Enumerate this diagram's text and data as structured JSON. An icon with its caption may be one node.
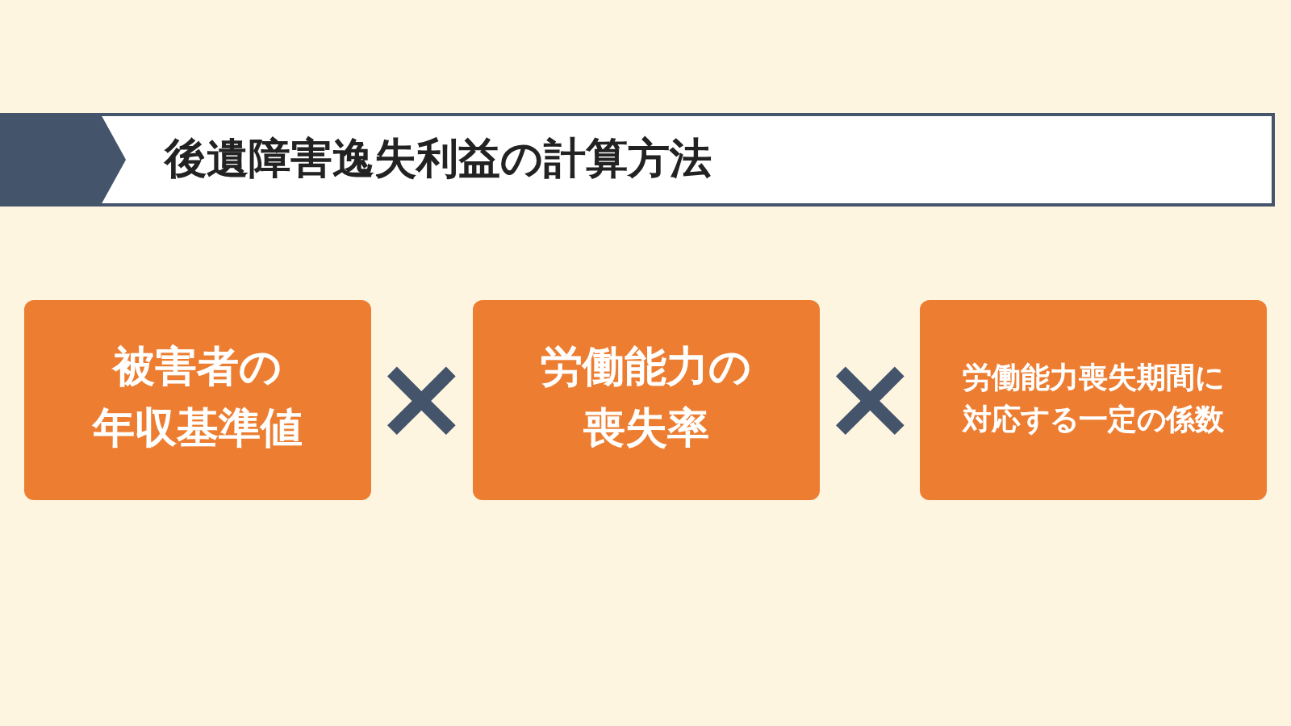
{
  "diagram": {
    "title": "後遺障害逸失利益の計算方法",
    "nodes": [
      {
        "text": [
          "被害者の年収基準値"
        ]
      },
      {
        "text": [
          "労働能力の喪失率"
        ]
      },
      {
        "text": [
          "労働能力喪失期間に対応する一定の係数"
        ]
      }
    ],
    "labels": [
      "×",
      "×"
    ]
  }
}
